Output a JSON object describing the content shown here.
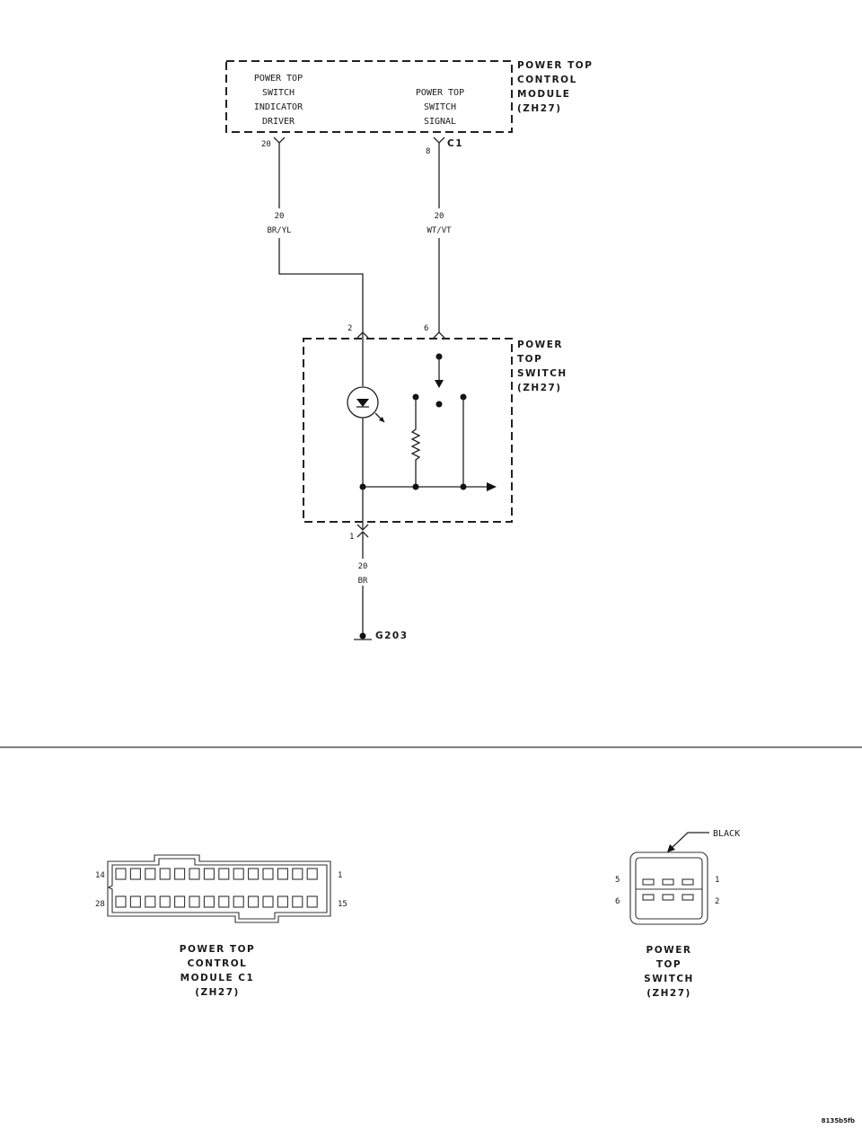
{
  "module": {
    "name_lines": [
      "POWER TOP",
      "CONTROL",
      "MODULE",
      "(ZH27)"
    ],
    "left_function_lines": [
      "POWER TOP",
      "SWITCH",
      "INDICATOR",
      "DRIVER"
    ],
    "right_function_lines": [
      "POWER TOP",
      "SWITCH",
      "SIGNAL"
    ],
    "pin_left": "20",
    "pin_right": "8",
    "connector": "C1"
  },
  "wires": [
    {
      "gauge": "20",
      "color": "BR/YL"
    },
    {
      "gauge": "20",
      "color": "WT/VT"
    },
    {
      "gauge": "20",
      "color": "BR"
    }
  ],
  "switch": {
    "name_lines": [
      "POWER",
      "TOP",
      "SWITCH",
      "(ZH27)"
    ],
    "pin_top_left": "2",
    "pin_top_right": "6",
    "pin_bottom": "1"
  },
  "ground": {
    "label": "G203"
  },
  "connector_views": {
    "module_c1": {
      "caption_lines": [
        "POWER TOP",
        "CONTROL",
        "MODULE C1",
        "(ZH27)"
      ],
      "pin_labels": {
        "top_left": "14",
        "top_right": "1",
        "bottom_left": "28",
        "bottom_right": "15"
      }
    },
    "switch": {
      "caption_lines": [
        "POWER",
        "TOP",
        "SWITCH",
        "(ZH27)"
      ],
      "color_label": "BLACK",
      "pin_labels": {
        "top_left": "5",
        "top_right": "1",
        "bottom_left": "6",
        "bottom_right": "2"
      }
    }
  },
  "figure_id": "8135b5fb"
}
